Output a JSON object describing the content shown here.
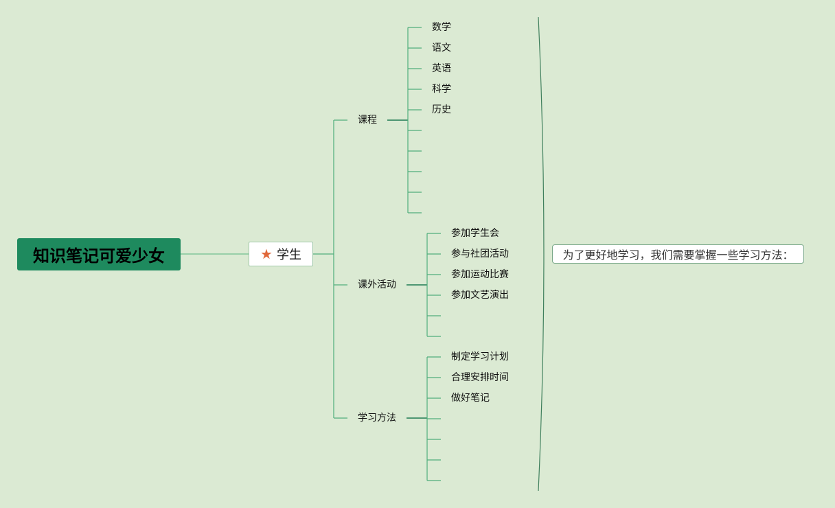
{
  "root": {
    "label": "知识笔记可爱少女"
  },
  "main": {
    "label": "学生",
    "icon": "star-icon",
    "icon_color": "#e0683a"
  },
  "branches": [
    {
      "label": "课程",
      "items": [
        "数学",
        "语文",
        "英语",
        "科学",
        "历史",
        "",
        "",
        "",
        "",
        ""
      ]
    },
    {
      "label": "课外活动",
      "items": [
        "参加学生会",
        "参与社团活动",
        "参加运动比赛",
        "参加文艺演出",
        "",
        ""
      ]
    },
    {
      "label": "学习方法",
      "items": [
        "制定学习计划",
        "合理安排时间",
        "做好笔记",
        "",
        "",
        "",
        ""
      ]
    }
  ],
  "summary": {
    "label": "为了更好地学习，我们需要掌握一些学习方法："
  },
  "colors": {
    "background": "#dbead3",
    "root": "#1e8a5e",
    "line": "#4fae7c",
    "line_dark": "#1e7a52"
  }
}
